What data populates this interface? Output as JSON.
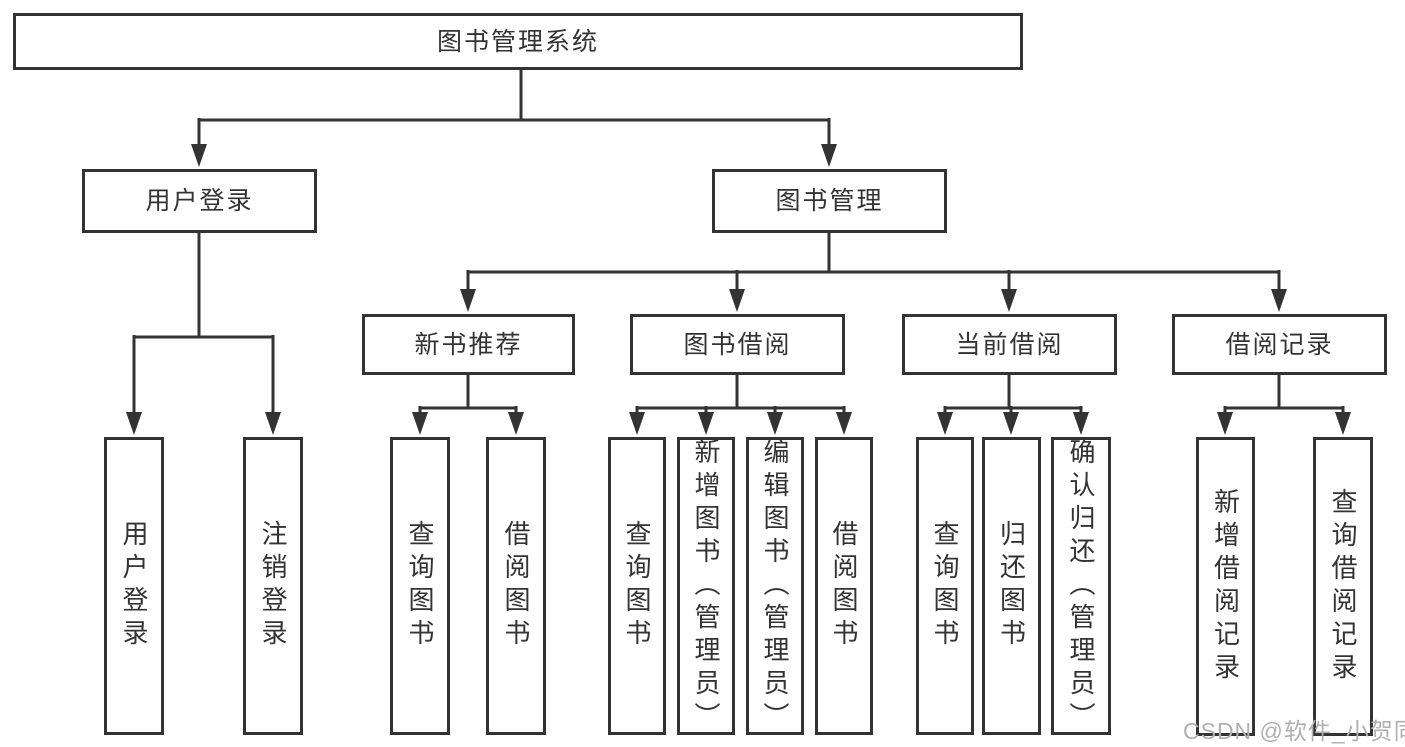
{
  "tree": {
    "label": "图书管理系统",
    "children": [
      {
        "label": "用户登录",
        "children": [
          {
            "label": "用户登录"
          },
          {
            "label": "注销登录"
          }
        ]
      },
      {
        "label": "图书管理",
        "children": [
          {
            "label": "新书推荐",
            "children": [
              {
                "label": "查询图书"
              },
              {
                "label": "借阅图书"
              }
            ]
          },
          {
            "label": "图书借阅",
            "children": [
              {
                "label": "查询图书"
              },
              {
                "label": "新增图书（管理员）"
              },
              {
                "label": "编辑图书（管理员）"
              },
              {
                "label": "借阅图书"
              }
            ]
          },
          {
            "label": "当前借阅",
            "children": [
              {
                "label": "查询图书"
              },
              {
                "label": "归还图书"
              },
              {
                "label": "确认归还（管理员）"
              }
            ]
          },
          {
            "label": "借阅记录",
            "children": [
              {
                "label": "新增借阅记录"
              },
              {
                "label": "查询借阅记录"
              }
            ]
          }
        ]
      }
    ]
  },
  "watermark": {
    "text": "CSDN @软件_小贺同学"
  },
  "colors": {
    "line": "#333333",
    "border": "#333333",
    "text": "#333333",
    "background": "#ffffff",
    "watermark_color": "#b0b0b0"
  }
}
